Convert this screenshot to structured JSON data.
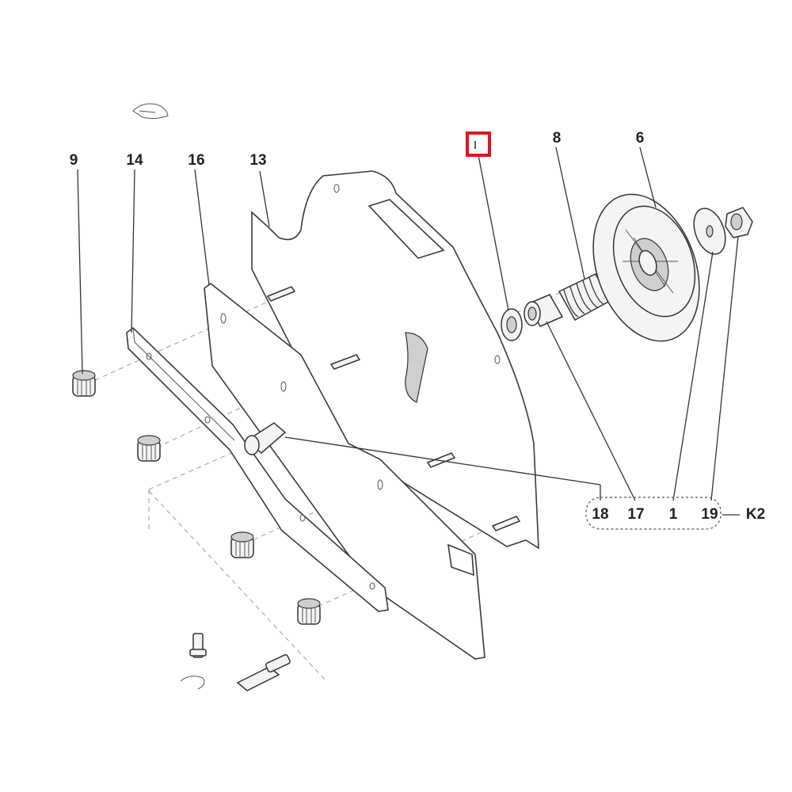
{
  "labels": {
    "part_9": "9",
    "part_14": "14",
    "part_16": "16",
    "part_13": "13",
    "part_8": "8",
    "part_6": "6",
    "part_18": "18",
    "part_17": "17",
    "part_1": "1",
    "part_19": "19",
    "kit_k2": "K2"
  },
  "highlight": {
    "color": "#e0141e",
    "description": "highlighted callout box"
  },
  "colors": {
    "stroke": "#333333",
    "label": "#222222",
    "background": "#ffffff"
  }
}
